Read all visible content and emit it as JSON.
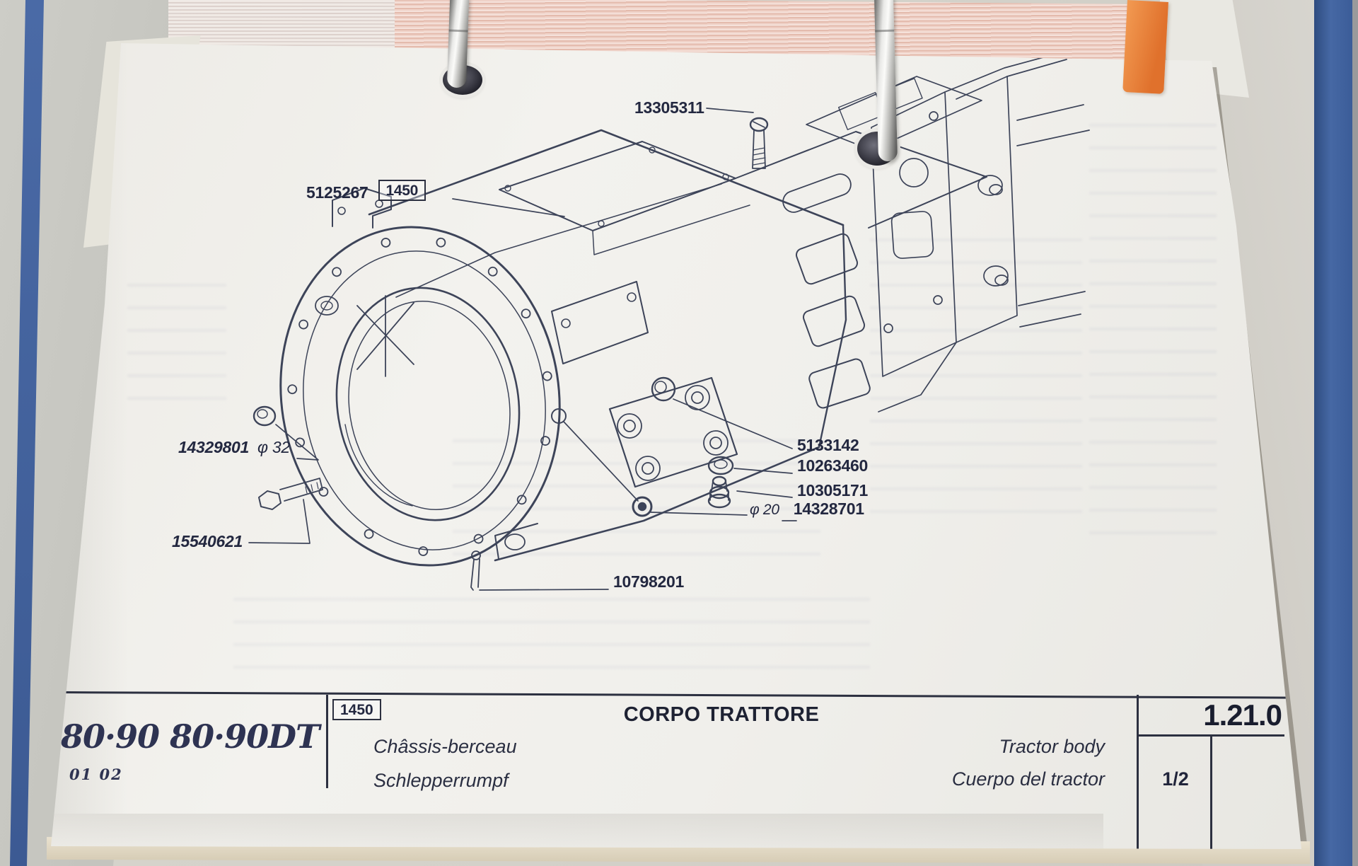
{
  "page": {
    "part_labels": {
      "screw_top": "13305311",
      "housing_num": "5125267",
      "housing_ref": "1450",
      "plug_left_num": "14329801",
      "plug_left_dia": "φ 32",
      "bolt_left": "15540621",
      "nut_rear": "5133142",
      "washer": "10263460",
      "drain_plug": "10305171",
      "plug_dia_prefix": "φ 20",
      "plug_dia_num": "14328701",
      "cotter_pin": "10798201"
    },
    "title_block": {
      "models": "80·90 80·90DT",
      "model_codes": "01 02",
      "ref_box": "1450",
      "title_main": "CORPO TRATTORE",
      "subtitle_fr": "Châssis-berceau",
      "subtitle_de": "Schlepperrumpf",
      "subtitle_en": "Tractor body",
      "subtitle_es": "Cuerpo del tractor",
      "section_code": "1.21.0",
      "sheet": "1/2"
    }
  }
}
